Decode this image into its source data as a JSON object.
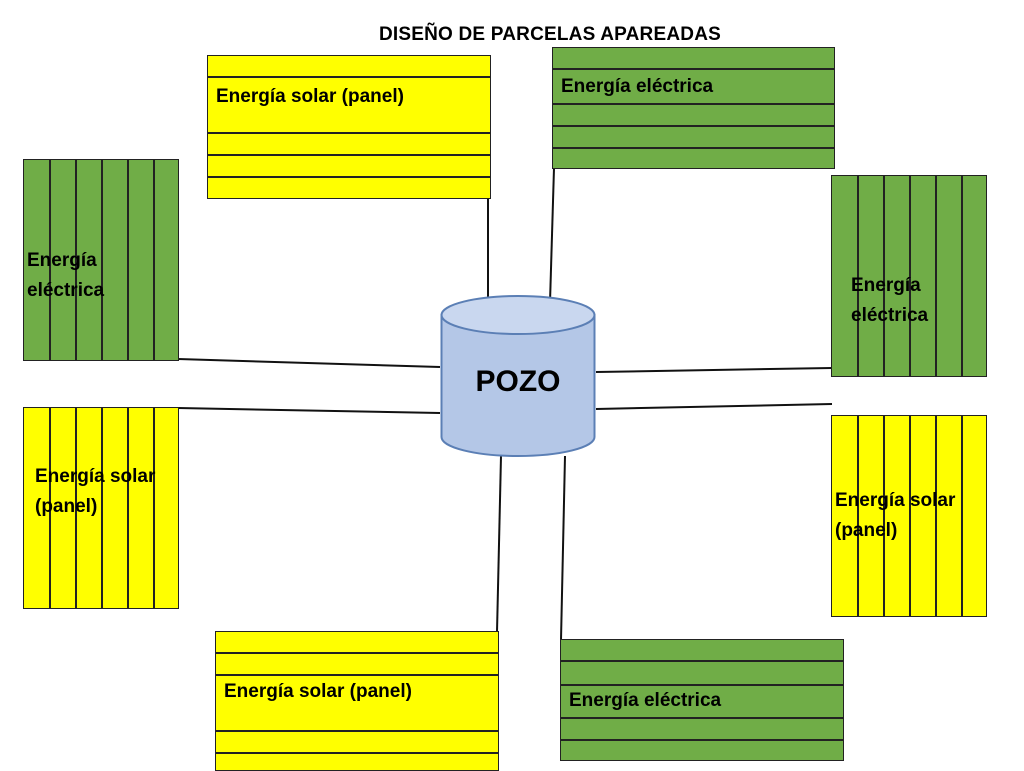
{
  "title": "DISEÑO DE PARCELAS APAREADAS",
  "well": {
    "label": "POZO",
    "fill": "#b4c7e7",
    "stroke": "#5b7fb5"
  },
  "colors": {
    "solar": "#ffff00",
    "electric": "#70ad47"
  },
  "plots": [
    {
      "id": "top-left",
      "type": "solar",
      "label": "Energía solar (panel)"
    },
    {
      "id": "top-right",
      "type": "electric",
      "label": "Energía eléctrica"
    },
    {
      "id": "left-upper",
      "type": "electric",
      "label": "Energía eléctrica"
    },
    {
      "id": "left-lower",
      "type": "solar",
      "label": "Energía solar (panel)"
    },
    {
      "id": "right-upper",
      "type": "electric",
      "label": "Energía eléctrica"
    },
    {
      "id": "right-lower",
      "type": "solar",
      "label": "Energía solar (panel)"
    },
    {
      "id": "bottom-left",
      "type": "solar",
      "label": "Energía solar (panel)"
    },
    {
      "id": "bottom-right",
      "type": "electric",
      "label": "Energía eléctrica"
    }
  ]
}
